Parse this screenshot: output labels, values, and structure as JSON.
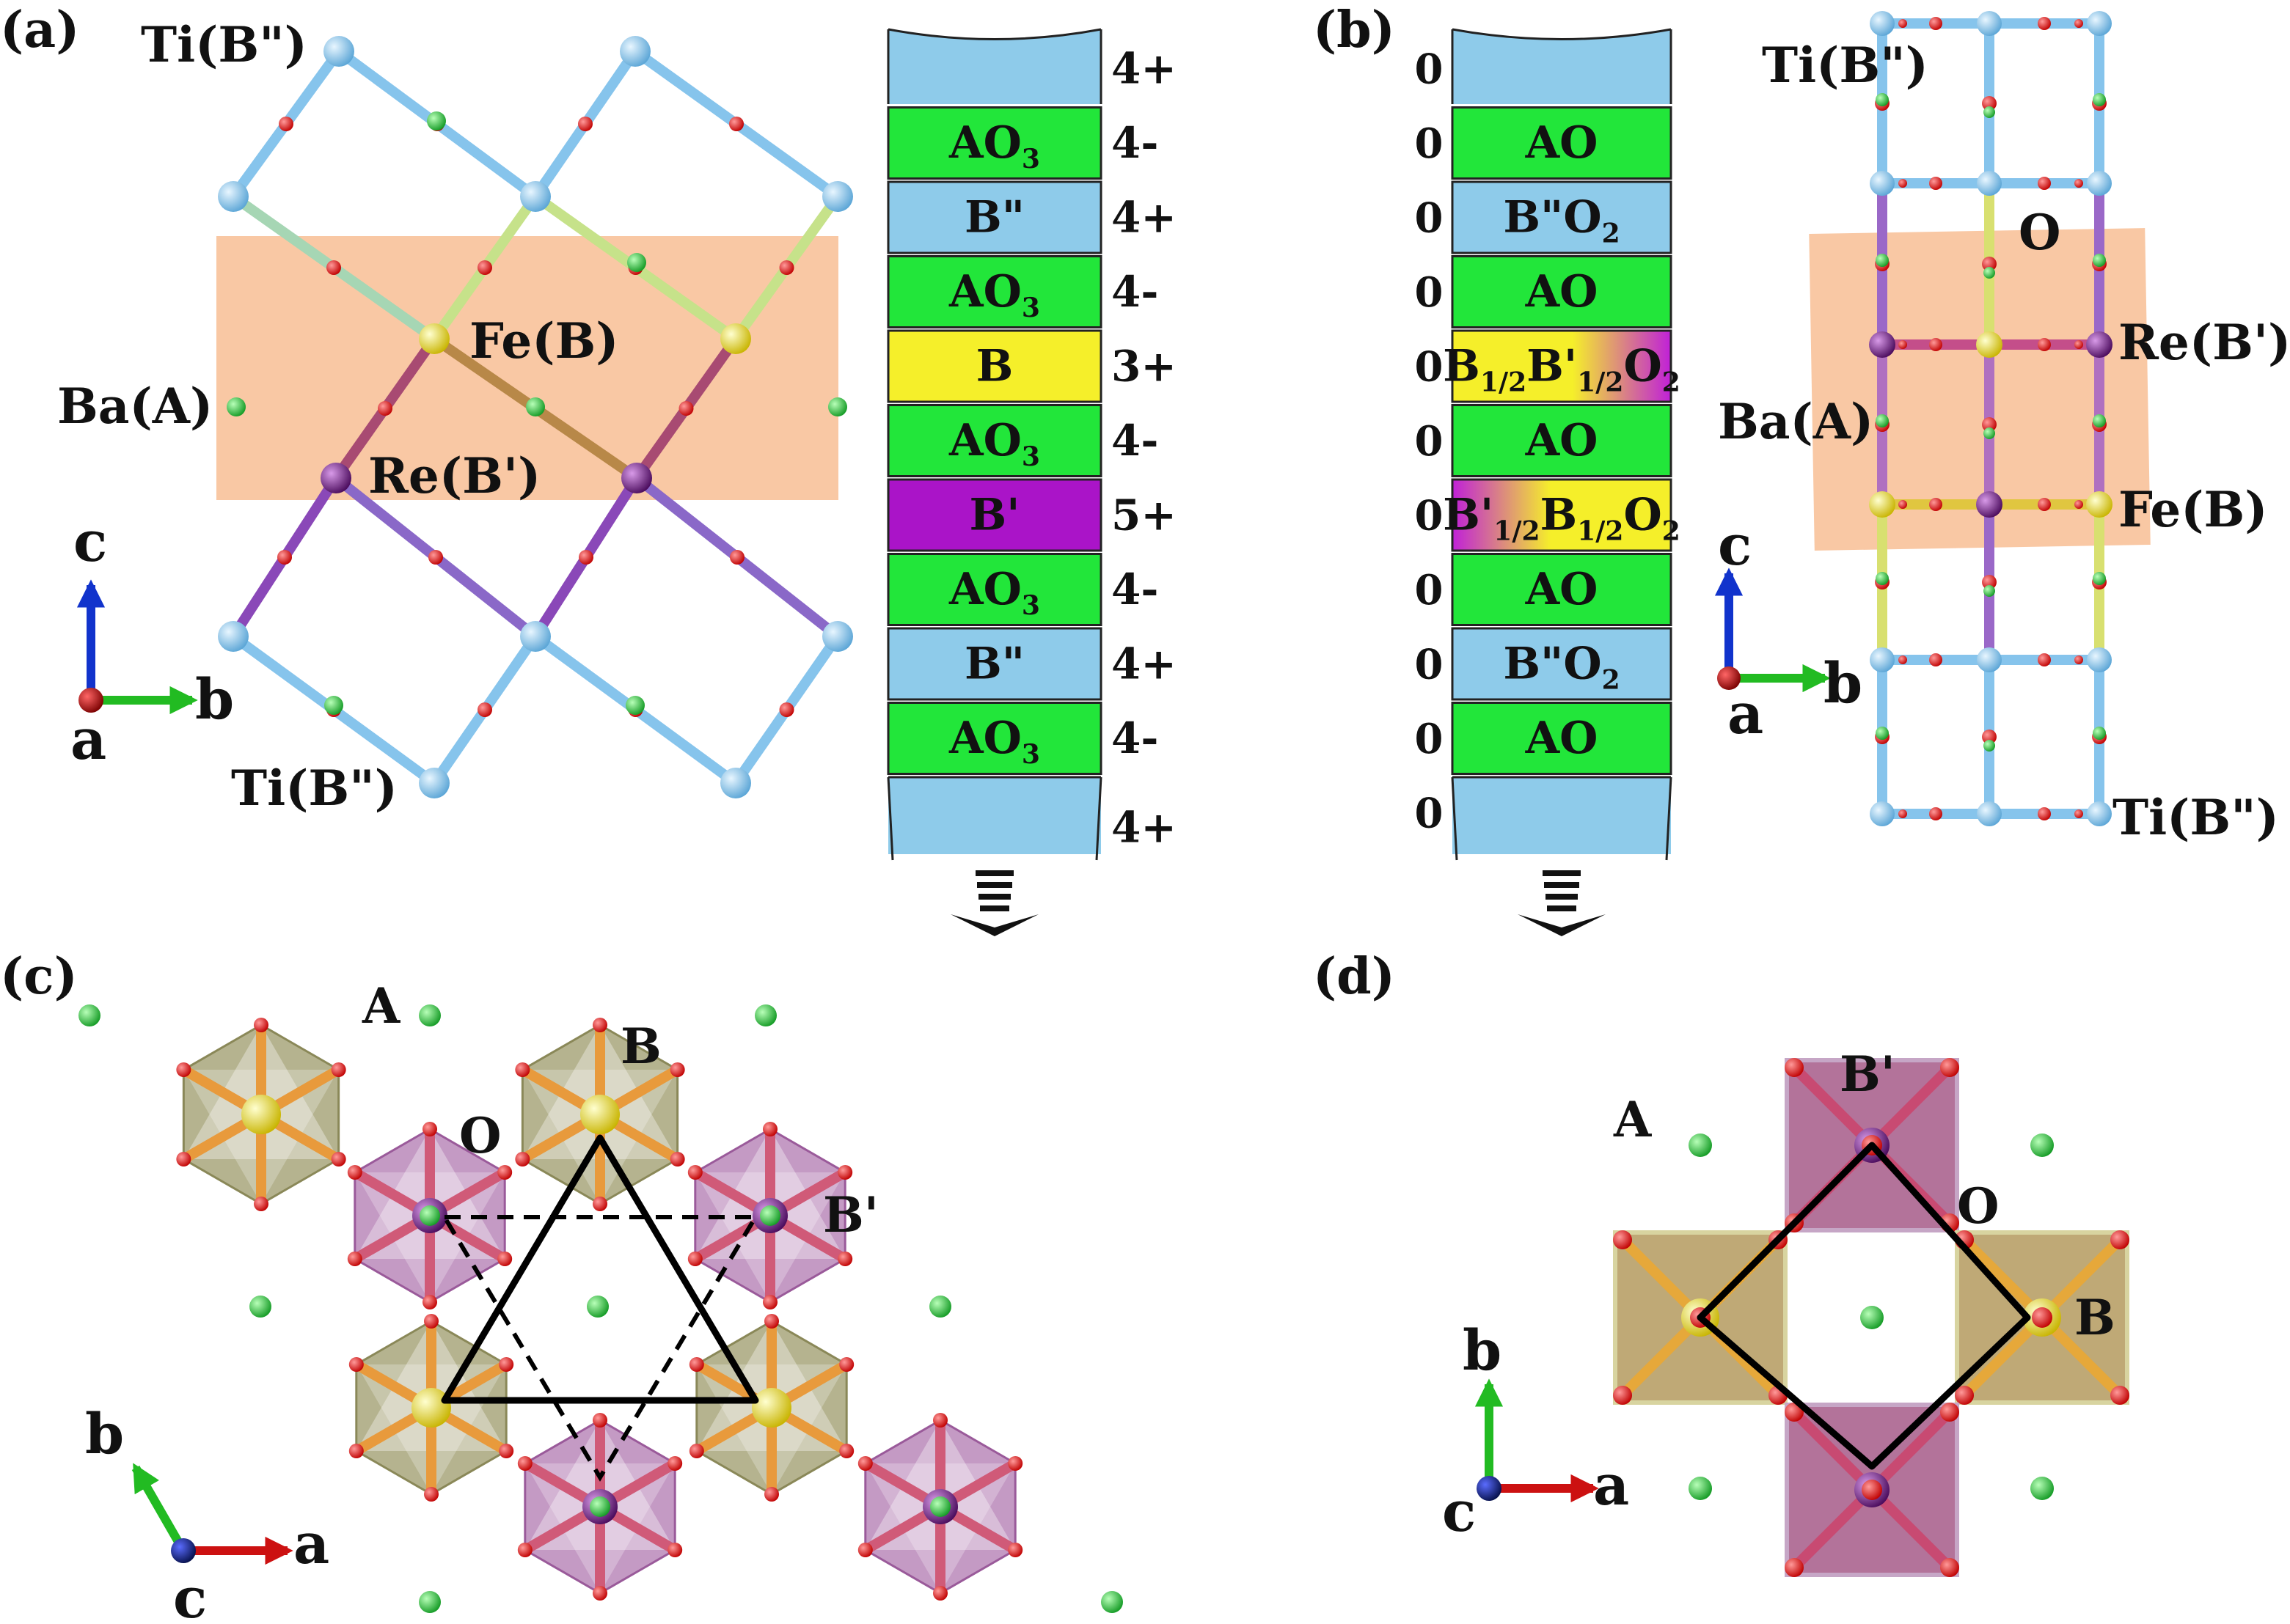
{
  "colors": {
    "Ti": "#8ec6ea",
    "O": "#e01a1a",
    "Ba": "#2ecc40",
    "Fe": "#f0e02a",
    "Re": "#7a1f8f",
    "bond_ti": "#86c4ec",
    "layer_blue": "#8ecbea",
    "layer_green": "#22e63a",
    "layer_yellow": "#f5ef2a",
    "layer_purple": "#aa14c8",
    "slab": "#f9c8a4",
    "oct_olive": "#9c9a6a",
    "oct_purple": "#b078b0",
    "sq_olive": "#b49a5e",
    "sq_purple": "#a65b88",
    "axis_a": "#cc1111",
    "axis_b": "#22bb22",
    "axis_c": "#1133cc",
    "axis_a_dot": "#8b0000",
    "axis_c_dot": "#0a1a80"
  },
  "panel_a": {
    "label": "(a)",
    "atoms": {
      "ti_top": "Ti(B\")",
      "ti_bottom": "Ti(B\")",
      "fe": "Fe(B)",
      "ba": "Ba(A)",
      "re": "Re(B')"
    },
    "axes": {
      "c": "c",
      "b": "b",
      "a": "a"
    },
    "layers": [
      {
        "text": "",
        "sub": "",
        "tail": "",
        "color": "blue",
        "charge": "4+"
      },
      {
        "text": "AO",
        "sub": "3",
        "tail": "",
        "color": "green",
        "charge": "4-"
      },
      {
        "text": "B\"",
        "sub": "",
        "tail": "",
        "color": "blue",
        "charge": "4+"
      },
      {
        "text": "AO",
        "sub": "3",
        "tail": "",
        "color": "green",
        "charge": "4-"
      },
      {
        "text": "B",
        "sub": "",
        "tail": "",
        "color": "yellow",
        "charge": "3+"
      },
      {
        "text": "AO",
        "sub": "3",
        "tail": "",
        "color": "green",
        "charge": "4-"
      },
      {
        "text": "B'",
        "sub": "",
        "tail": "",
        "color": "purple",
        "charge": "5+"
      },
      {
        "text": "AO",
        "sub": "3",
        "tail": "",
        "color": "green",
        "charge": "4-"
      },
      {
        "text": "B\"",
        "sub": "",
        "tail": "",
        "color": "blue",
        "charge": "4+"
      },
      {
        "text": "AO",
        "sub": "3",
        "tail": "",
        "color": "green",
        "charge": "4-"
      },
      {
        "text": "",
        "sub": "",
        "tail": "",
        "color": "blue",
        "charge": "4+"
      }
    ]
  },
  "panel_b": {
    "label": "(b)",
    "atoms": {
      "ti_top": "Ti(B\")",
      "ti_bottom": "Ti(B\")",
      "o": "O",
      "re": "Re(B')",
      "ba": "Ba(A)",
      "fe": "Fe(B)"
    },
    "axes": {
      "c": "c",
      "b": "b",
      "a": "a"
    },
    "layers": [
      {
        "color": "blue",
        "charge": "0",
        "parts": []
      },
      {
        "color": "green",
        "charge": "0",
        "parts": [
          {
            "t": "AO"
          }
        ]
      },
      {
        "color": "blue",
        "charge": "0",
        "parts": [
          {
            "t": "B\"O"
          },
          {
            "s": "2"
          }
        ]
      },
      {
        "color": "green",
        "charge": "0",
        "parts": [
          {
            "t": "AO"
          }
        ]
      },
      {
        "color": "grad_yp",
        "charge": "0",
        "parts": [
          {
            "t": "B"
          },
          {
            "s": "1/2"
          },
          {
            "t": "B'"
          },
          {
            "s": "1/2"
          },
          {
            "t": "O"
          },
          {
            "s": "2"
          }
        ]
      },
      {
        "color": "green",
        "charge": "0",
        "parts": [
          {
            "t": "AO"
          }
        ]
      },
      {
        "color": "grad_py",
        "charge": "0",
        "parts": [
          {
            "t": "B'"
          },
          {
            "s": "1/2"
          },
          {
            "t": "B"
          },
          {
            "s": "1/2"
          },
          {
            "t": "O"
          },
          {
            "s": "2"
          }
        ]
      },
      {
        "color": "green",
        "charge": "0",
        "parts": [
          {
            "t": "AO"
          }
        ]
      },
      {
        "color": "blue",
        "charge": "0",
        "parts": [
          {
            "t": "B\"O"
          },
          {
            "s": "2"
          }
        ]
      },
      {
        "color": "green",
        "charge": "0",
        "parts": [
          {
            "t": "AO"
          }
        ]
      },
      {
        "color": "blue",
        "charge": "0",
        "parts": []
      }
    ]
  },
  "panel_c": {
    "label": "(c)",
    "atoms": {
      "a": "A",
      "b": "B",
      "o": "O",
      "bprime": "B'"
    },
    "axes": {
      "b": "b",
      "a": "a",
      "c": "c"
    }
  },
  "panel_d": {
    "label": "(d)",
    "atoms": {
      "a": "A",
      "bprime": "B'",
      "o": "O",
      "b": "B"
    },
    "axes": {
      "b": "b",
      "a": "a",
      "c": "c"
    }
  }
}
